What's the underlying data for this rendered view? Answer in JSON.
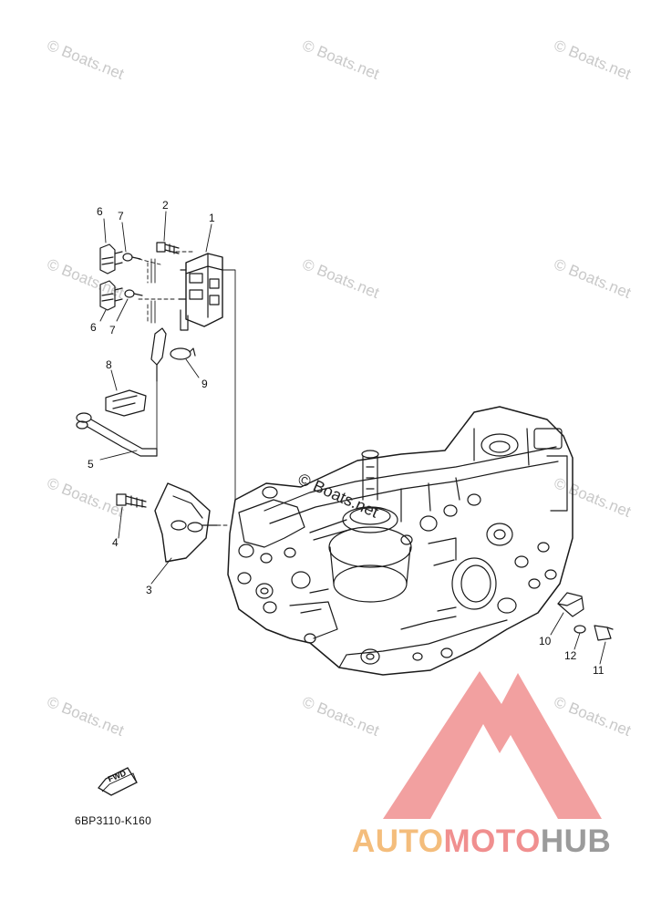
{
  "watermark_text": "© Boats.net",
  "center_watermark": "© Boats.net",
  "callouts": [
    {
      "id": "6a",
      "label": "6"
    },
    {
      "id": "7a",
      "label": "7"
    },
    {
      "id": "2",
      "label": "2"
    },
    {
      "id": "1",
      "label": "1"
    },
    {
      "id": "6b",
      "label": "6"
    },
    {
      "id": "7b",
      "label": "7"
    },
    {
      "id": "9",
      "label": "9"
    },
    {
      "id": "8",
      "label": "8"
    },
    {
      "id": "5",
      "label": "5"
    },
    {
      "id": "4",
      "label": "4"
    },
    {
      "id": "3",
      "label": "3"
    },
    {
      "id": "10",
      "label": "10"
    },
    {
      "id": "12",
      "label": "12"
    },
    {
      "id": "11",
      "label": "11"
    }
  ],
  "fwd_badge": "FWD",
  "diagram_code": "6BP3110-K160",
  "logo": {
    "part1": "AUTO",
    "part2": "MOTO",
    "part3": "HUB",
    "colors": {
      "part1": "#f4bd7c",
      "part2": "#f08f8f",
      "part3": "#9b9b9b",
      "mark": "#f08f8f"
    }
  }
}
